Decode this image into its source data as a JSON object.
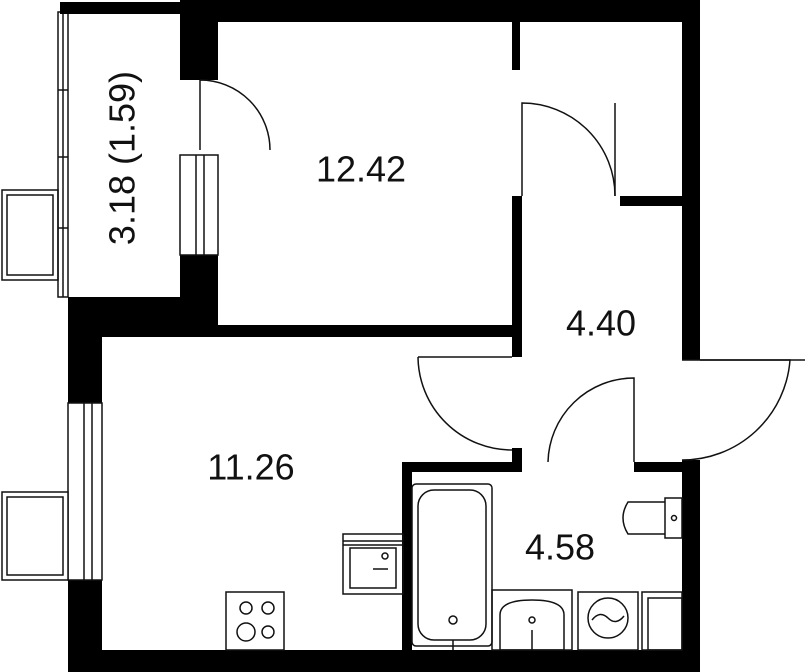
{
  "colors": {
    "wall": "#000000",
    "line": "#111111",
    "background": "#ffffff"
  },
  "rooms": [
    {
      "id": "balcony",
      "area_label": "3.18 (1.59)"
    },
    {
      "id": "bedroom",
      "area_label": "12.42"
    },
    {
      "id": "hallway",
      "area_label": "4.40"
    },
    {
      "id": "living-kitchen",
      "area_label": "11.26"
    },
    {
      "id": "bathroom",
      "area_label": "4.58"
    }
  ],
  "fixtures": [
    "bathtub",
    "sink",
    "toilet",
    "washing-machine",
    "stove",
    "kitchen-sink"
  ]
}
